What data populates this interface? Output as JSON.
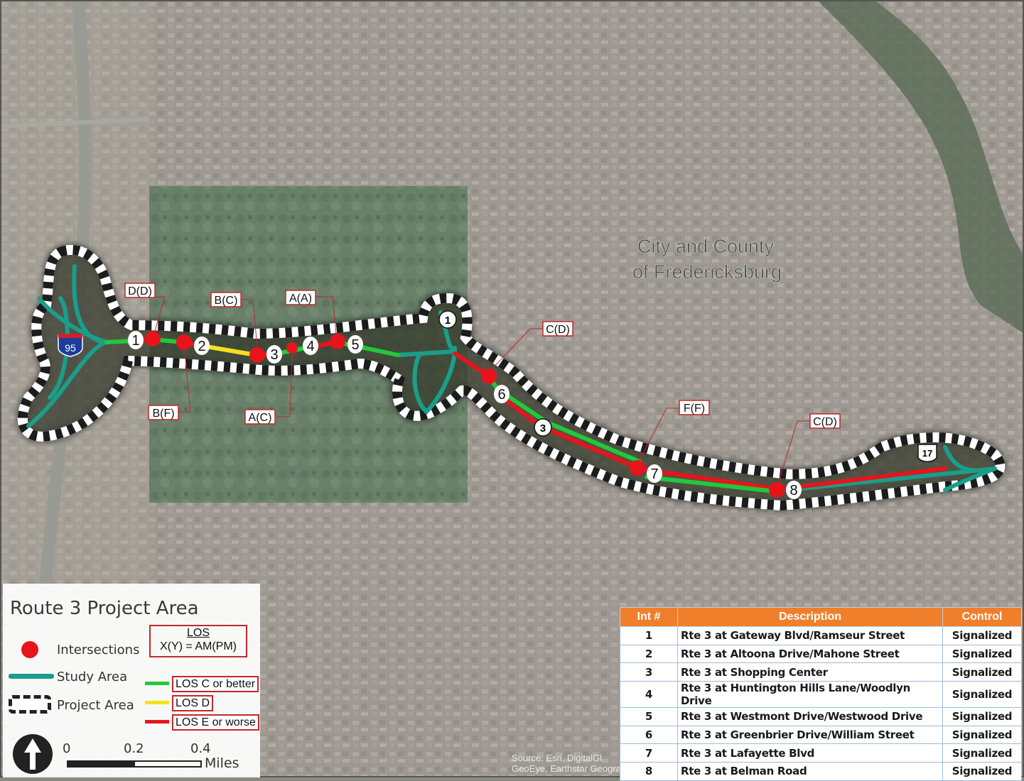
{
  "map": {
    "place_label_line1": "City and County",
    "place_label_line2": "of Fredericksburg",
    "interstate_shield": "95",
    "us_shield": "17",
    "route3_shields": [
      "1",
      "3"
    ],
    "intersection_numbers": [
      "1",
      "2",
      "3",
      "4",
      "5",
      "6",
      "7",
      "8"
    ],
    "los_callouts": [
      "D(D)",
      "B(C)",
      "A(A)",
      "B(F)",
      "A(C)",
      "C(D)",
      "F(F)",
      "C(D)"
    ],
    "source_text_line1": "Source: Esri, DigitalGl",
    "source_text_line2": "GeoEye, Earthstar Geographics",
    "colors": {
      "los_good": "#22c93a",
      "los_d": "#f4e21c",
      "los_bad": "#e8141b",
      "study_area": "#1a9e8a",
      "callout_border": "#c0292b"
    }
  },
  "legend": {
    "title": "Route 3 Project Area",
    "los_header": "LOS",
    "los_format": "X(Y) = AM(PM)",
    "intersections_label": "Intersections",
    "study_area_label": "Study Area",
    "project_area_label": "Project Area",
    "los_good_label": "LOS C or better",
    "los_d_label": "LOS D",
    "los_bad_label": "LOS E or worse",
    "scale_0": "0",
    "scale_1": "0.2",
    "scale_2": "0.4",
    "scale_unit": "Miles",
    "north_arrow": "north-arrow-icon"
  },
  "table": {
    "headers": [
      "Int #",
      "Description",
      "Control"
    ],
    "rows": [
      {
        "num": "1",
        "desc": "Rte 3 at Gateway Blvd/Ramseur Street",
        "control": "Signalized"
      },
      {
        "num": "2",
        "desc": "Rte 3 at Altoona Drive/Mahone Street",
        "control": "Signalized"
      },
      {
        "num": "3",
        "desc": "Rte 3 at Shopping Center",
        "control": "Signalized"
      },
      {
        "num": "4",
        "desc": "Rte 3 at Huntington Hills Lane/Woodlyn Drive",
        "control": "Signalized"
      },
      {
        "num": "5",
        "desc": "Rte 3 at Westmont Drive/Westwood Drive",
        "control": "Signalized"
      },
      {
        "num": "6",
        "desc": "Rte 3 at Greenbrier Drive/William Street",
        "control": "Signalized"
      },
      {
        "num": "7",
        "desc": "Rte 3 at Lafayette Blvd",
        "control": "Signalized"
      },
      {
        "num": "8",
        "desc": "Rte 3 at Belman Road",
        "control": "Signalized"
      }
    ]
  }
}
